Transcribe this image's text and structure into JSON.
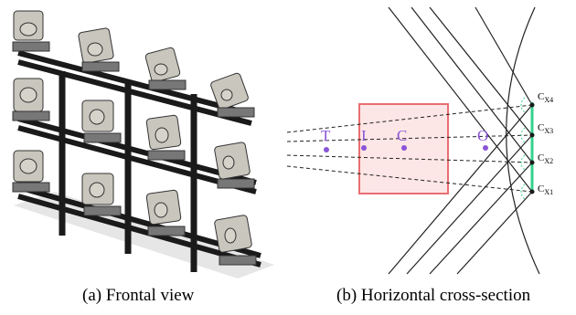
{
  "captions": {
    "a": "(a) Frontal view",
    "b": "(b) Horizontal cross-section"
  },
  "points": {
    "T": "T",
    "I": "I",
    "C": "C",
    "O": "O"
  },
  "cameras": {
    "x4": {
      "base": "C",
      "sub": "X4"
    },
    "x3": {
      "base": "C",
      "sub": "X3"
    },
    "x2": {
      "base": "C",
      "sub": "X2"
    },
    "x1": {
      "base": "C",
      "sub": "X1"
    }
  },
  "colors": {
    "target_box_fill": "#fde6e6",
    "target_box_stroke": "#e86e72",
    "point_label": "#8a55d8",
    "camera_rail": "#35d18c",
    "ray": "#222222",
    "frame": "#1a1a1a",
    "camera_body": "#c9c6bd"
  }
}
